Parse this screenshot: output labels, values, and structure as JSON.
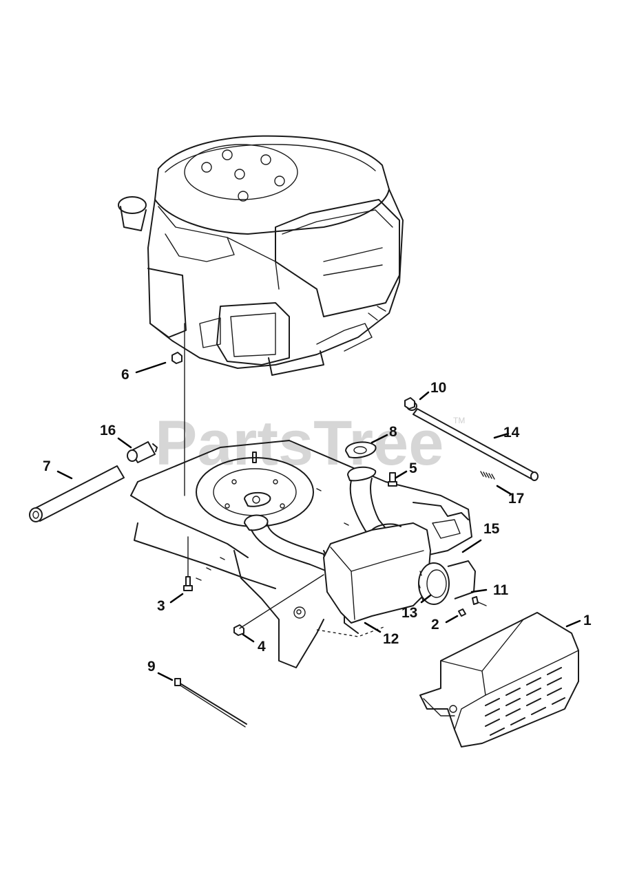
{
  "watermark": {
    "text": "PartsTree",
    "trademark": "TM"
  },
  "callouts": [
    {
      "id": "1",
      "label": "1"
    },
    {
      "id": "2",
      "label": "2"
    },
    {
      "id": "3",
      "label": "3"
    },
    {
      "id": "4",
      "label": "4"
    },
    {
      "id": "5",
      "label": "5"
    },
    {
      "id": "6",
      "label": "6"
    },
    {
      "id": "7",
      "label": "7"
    },
    {
      "id": "8",
      "label": "8"
    },
    {
      "id": "9",
      "label": "9"
    },
    {
      "id": "10",
      "label": "10"
    },
    {
      "id": "11",
      "label": "11"
    },
    {
      "id": "12",
      "label": "12"
    },
    {
      "id": "13",
      "label": "13"
    },
    {
      "id": "14",
      "label": "14"
    },
    {
      "id": "15",
      "label": "15"
    },
    {
      "id": "16",
      "label": "16"
    },
    {
      "id": "17",
      "label": "17"
    }
  ],
  "parts": {
    "engine": "engine",
    "frame": "frame",
    "muffler": "muffler",
    "muffler_guard": "muffler-guard",
    "exhaust_pipe": "exhaust-pipe",
    "rod": "rod",
    "hose": "hose",
    "drain_valve": "drain-valve",
    "cable_tie": "cable-tie"
  }
}
